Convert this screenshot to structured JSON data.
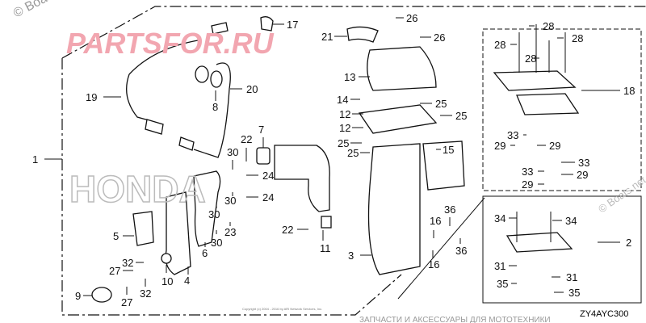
{
  "diagram": {
    "code": "ZY4AYC300",
    "callouts": [
      "17",
      "26",
      "26",
      "21",
      "28",
      "28",
      "28",
      "28",
      "13",
      "18",
      "14",
      "25",
      "25",
      "12",
      "12",
      "25",
      "25",
      "15",
      "33",
      "29",
      "29",
      "33",
      "33",
      "29",
      "29",
      "19",
      "20",
      "8",
      "1",
      "22",
      "7",
      "30",
      "24",
      "24",
      "30",
      "30",
      "22",
      "23",
      "30",
      "6",
      "5",
      "11",
      "3",
      "16",
      "36",
      "36",
      "16",
      "2",
      "34",
      "34",
      "31",
      "31",
      "35",
      "35",
      "32",
      "27",
      "32",
      "27",
      "9",
      "10",
      "4"
    ],
    "copyright_note": "Copyright (c) 2004 - 2016 by ARI Network Services, Inc."
  },
  "watermarks": {
    "boats_top": "© Boats.net",
    "boats_side": "© Boats.net",
    "ru_text": "ЗАПЧАСТИ И АКСЕССУАРЫ ДЛЯ МОТОТЕХНИКИ",
    "ru_site": "PARTSFOR.RU",
    "honda": "HONDA"
  },
  "colors": {
    "ink": "#111111",
    "watermark_pink": "#f2a6b0",
    "watermark_gray": "#c8c8c8"
  }
}
